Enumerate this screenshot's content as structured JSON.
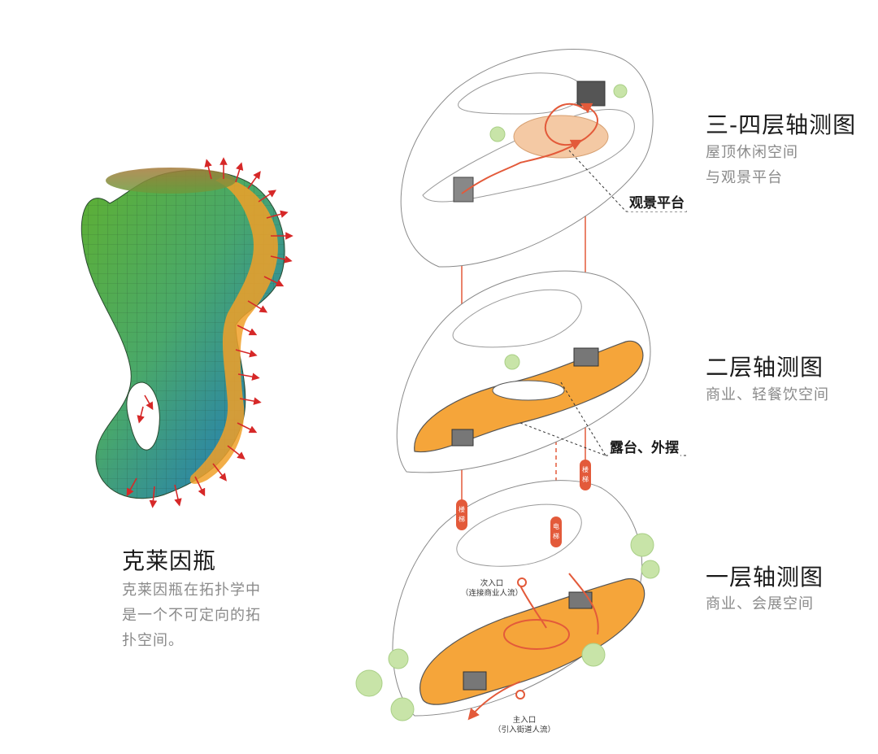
{
  "klein_bottle": {
    "title": "克莱因瓶",
    "desc_lines": [
      "克莱因瓶在拓扑学中",
      "是一个不可定向的拓",
      "扑空间。"
    ]
  },
  "levels": [
    {
      "title": "三-四层轴测图",
      "desc_lines": [
        "屋顶休闲空间",
        "与观景平台"
      ]
    },
    {
      "title": "二层轴测图",
      "desc_lines": [
        "商业、轻餐饮空间"
      ]
    },
    {
      "title": "一层轴测图",
      "desc_lines": [
        "商业、会展空间"
      ]
    }
  ],
  "callouts": {
    "viewing_platform": "观景平台",
    "terrace": "露台、外摆",
    "secondary_entrance": "次入口",
    "secondary_entrance_note": "（连接商业人流）",
    "main_entrance": "主入口",
    "main_entrance_note": "（引入街道人流）"
  },
  "vertical_circulation": {
    "stair": "楼梯",
    "elevator": "电梯"
  },
  "colors": {
    "floor_orange": "#f5a53a",
    "circulation_red": "#e35a3a",
    "platform_peach": "#f4c9a4",
    "tree_green": "#c8e4a8"
  }
}
